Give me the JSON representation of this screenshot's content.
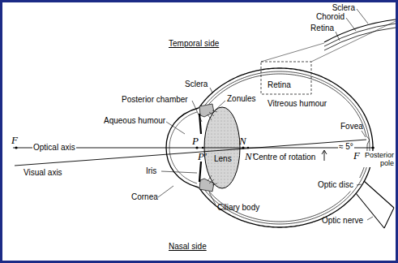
{
  "diagram": {
    "labels": [
      "Sclera",
      "Choroid",
      "Retina",
      "Retina",
      "Temporal side",
      "Sclera",
      "Posterior chamber",
      "Zonules",
      "Vitreous humour",
      "Aqueous humour",
      "Fovea",
      "F",
      "Optical axis",
      "P",
      "N",
      "≈ 5°",
      "P'",
      "N'",
      "F'",
      "Posterior pole",
      "Visual axis",
      "Lens",
      "Centre of rotation",
      "Iris",
      "Cornea",
      "Ciliary body",
      "Optic disc",
      "Optic nerve",
      "Nasal side"
    ]
  }
}
